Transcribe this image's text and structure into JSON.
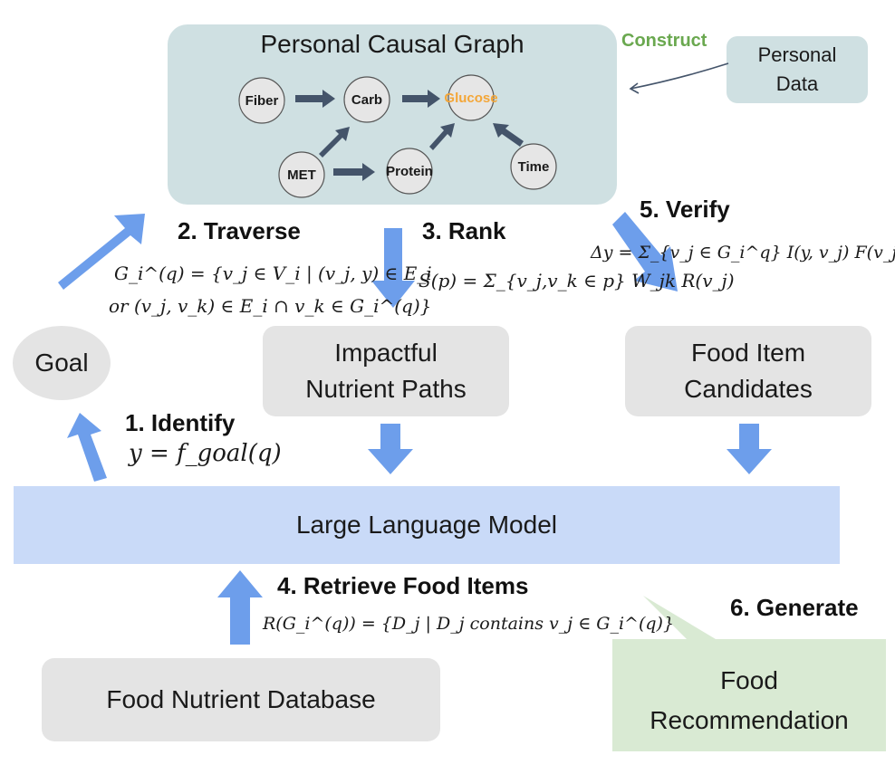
{
  "graph": {
    "title": "Personal Causal Graph",
    "nodes": [
      {
        "id": "fiber",
        "label": "Fiber"
      },
      {
        "id": "carb",
        "label": "Carb"
      },
      {
        "id": "glucose",
        "label": "Glucose",
        "color": "#f4a638"
      },
      {
        "id": "met",
        "label": "MET"
      },
      {
        "id": "protein",
        "label": "Protein"
      },
      {
        "id": "time",
        "label": "Time"
      }
    ],
    "edges": [
      [
        "fiber",
        "carb"
      ],
      [
        "carb",
        "glucose"
      ],
      [
        "met",
        "carb"
      ],
      [
        "met",
        "protein"
      ],
      [
        "protein",
        "glucose"
      ],
      [
        "time",
        "glucose"
      ]
    ]
  },
  "personal_data": {
    "line1": "Personal",
    "line2": "Data"
  },
  "construct_label": "Construct",
  "goal": {
    "label": "Goal"
  },
  "paths_box": {
    "line1": "Impactful",
    "line2": "Nutrient Paths"
  },
  "candidates_box": {
    "line1": "Food Item",
    "line2": "Candidates"
  },
  "llm": {
    "label": "Large Language Model"
  },
  "database": {
    "label": "Food Nutrient Database"
  },
  "recommendation": {
    "line1": "Food",
    "line2": "Recommendation"
  },
  "steps": {
    "identify": "1. Identify",
    "traverse": "2. Traverse",
    "rank": "3. Rank",
    "retrieve": "4. Retrieve Food Items",
    "verify": "5. Verify",
    "generate": "6. Generate"
  },
  "formulas": {
    "identify": "y = f_goal(q)",
    "traverse_1": "G_i^(q) = {v_j ∈ V_i | (v_j, y) ∈ E_i",
    "traverse_2": "or (v_j, v_k) ∈ E_i ∩ v_k ∈ G_i^(q)}",
    "rank": "S(p) = Σ_{v_j,v_k ∈ p} W_jk R(v_j)",
    "verify": "Δy = Σ_{v_j ∈ G_i^q} I(y, v_j) F(v_j)",
    "retrieve": "R(G_i^(q)) = {D_j | D_j contains v_j ∈ G_i^(q)}"
  },
  "colors": {
    "arrow_blue": "#6d9eeb",
    "graph_bg": "#cfe0e2",
    "box_gray": "#e4e4e4",
    "llm_bg": "#c9daf8",
    "recommendation_bg": "#d9ead3",
    "construct_green": "#6aa84f",
    "graph_edge": "#44546a"
  }
}
